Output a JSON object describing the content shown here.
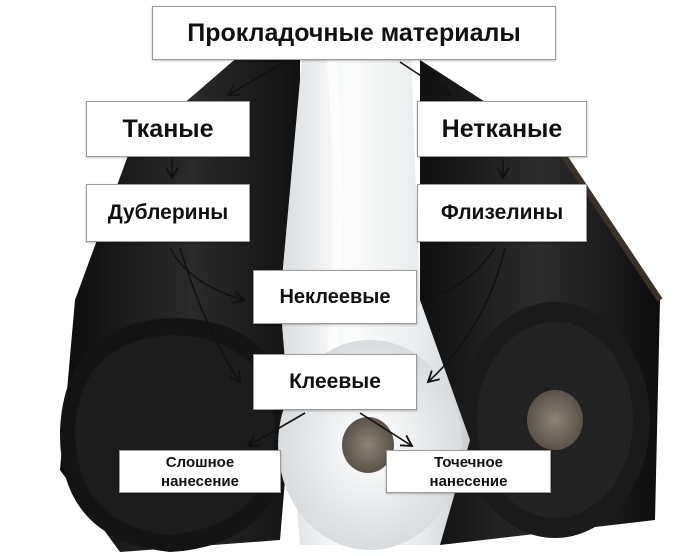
{
  "diagram": {
    "title": "Прокладочные материалы",
    "woven": "Тканые",
    "nonwoven": "Нетканые",
    "dublerin": "Дублерины",
    "fliselin": "Флизелины",
    "non_adhesive": "Неклеевые",
    "adhesive": "Клеевые",
    "solid_line1": "Слошное",
    "solid_line2": "нанесение",
    "dot_line1": "Точечное",
    "dot_line2": "нанесение"
  },
  "colors": {
    "black_roll": "#161616",
    "white_roll": "#eef1f3",
    "arrow": "#111111",
    "box_border": "#9a9a9a"
  }
}
